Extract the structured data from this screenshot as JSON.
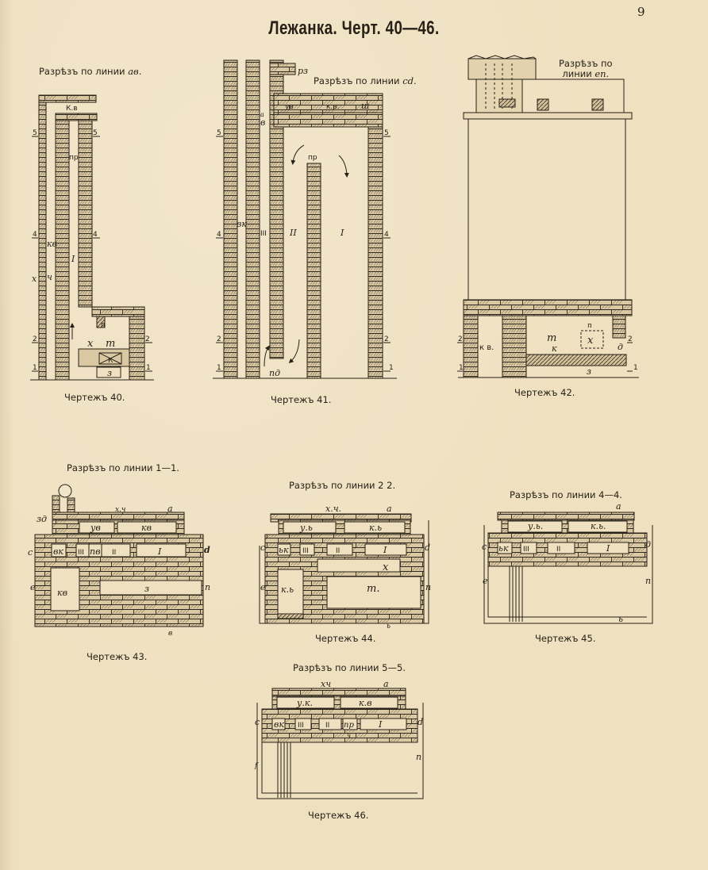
{
  "title": "Лежанка. Черт. 40—46.",
  "page_number": "9",
  "figures": [
    {
      "id": "fig40",
      "section_label": "Разрѣзъ по линии",
      "section_line": "ав.",
      "caption": "Чертежъ 40.",
      "markings": {
        "kv_top": "К.в",
        "pr": "пр",
        "kv": "кв",
        "I": "I",
        "x": "х",
        "ch": "ч",
        "n": "п",
        "x2": "х",
        "t": "т",
        "k": "К",
        "z": "з"
      },
      "levels": [
        "5",
        "4",
        "2",
        "1"
      ]
    },
    {
      "id": "fig41",
      "section_label": "Разрѣзъ по линии",
      "section_line": "cd.",
      "caption": "Чертежъ 41.",
      "markings": {
        "rz": "рз",
        "uv": "ув",
        "kv": "к.в.",
        "sh": "ш",
        "v": "в",
        "pr": "пр",
        "vk": "вк",
        "III": "III",
        "II": "II",
        "I": "I",
        "pd": "пд",
        "a": "а"
      },
      "levels": [
        "5",
        "4",
        "2",
        "1"
      ]
    },
    {
      "id": "fig42",
      "section_label": "Разрѣзъ по",
      "section_line_prefix": "линии",
      "section_line": "еп.",
      "caption": "Чертежъ 42.",
      "markings": {
        "kv": "к в.",
        "t": "т",
        "n": "п",
        "k": "к",
        "x": "х",
        "d": "д",
        "z": "з"
      },
      "levels": [
        "2",
        "1"
      ]
    },
    {
      "id": "fig43",
      "section_label": "Разрѣзъ по линии 1—1.",
      "caption": "Чертежъ 43.",
      "markings": {
        "zd": "зд",
        "xch": "х.ч",
        "a": "а",
        "uv": "ув",
        "kv_top": "кв",
        "c": "с",
        "d": "d",
        "vk": "вк",
        "III": "III",
        "pv": "пв",
        "II": "II",
        "I": "I",
        "e": "е",
        "n": "п",
        "kv": "кв",
        "z": "з",
        "v": "в"
      }
    },
    {
      "id": "fig44",
      "section_label": "Разрѣзъ по линии 2  2.",
      "caption": "Чертежъ 44.",
      "markings": {
        "xch": "х.ч.",
        "a": "а",
        "uv": "у.ь",
        "kv_top": "к.ь",
        "c": "с",
        "d": "d",
        "bk": "ьк",
        "III": "III",
        "II": "II",
        "I": "I",
        "x": "х",
        "e": "е",
        "kv": "к.ь",
        "t": "т.",
        "n": "п",
        "b": "ь"
      }
    },
    {
      "id": "fig45",
      "section_label": "Разрѣзъ по линии 4—4.",
      "caption": "Чертежъ 45.",
      "markings": {
        "a": "а",
        "uv": "у.ь.",
        "kv_top": "к.ь.",
        "c": "с",
        "d": "д",
        "bk": "ьк",
        "III": "III",
        "II": "II",
        "I": "I",
        "e": "е",
        "n": "п",
        "b": "ь"
      }
    },
    {
      "id": "fig46",
      "section_label": "Разрѣзъ по линии 5—5.",
      "caption": "Чертежъ 46.",
      "markings": {
        "xch": "хч",
        "a": "а",
        "uv": "у.к.",
        "kv_top": "к.в",
        "c": "с",
        "d": "d",
        "vk": "вк",
        "III": "III",
        "II": "II",
        "pr": "пр",
        "ch": "ч",
        "I": "I",
        "f": "f",
        "n": "п"
      }
    }
  ]
}
